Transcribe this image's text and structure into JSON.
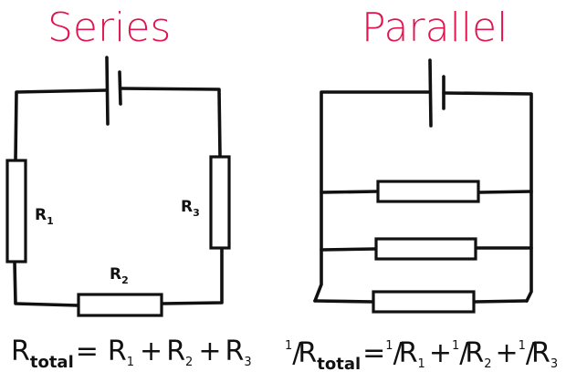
{
  "series": {
    "title": "Series",
    "resistors": [
      {
        "letter": "R",
        "sub": "1"
      },
      {
        "letter": "R",
        "sub": "2"
      },
      {
        "letter": "R",
        "sub": "3"
      }
    ],
    "formula": {
      "lhs": "R",
      "lhs_sub": "total",
      "eq": "=",
      "t1": "R",
      "t1_sub": "1",
      "plus1": "+",
      "t2": "R",
      "t2_sub": "2",
      "plus2": "+",
      "t3": "R",
      "t3_sub": "3"
    }
  },
  "parallel": {
    "title": "Parallel",
    "formula": {
      "one": "1",
      "slash": "/",
      "lhs": "R",
      "lhs_sub": "total",
      "eq": "=",
      "t1": "R",
      "t1_sub": "1",
      "plus1": "+",
      "t2": "R",
      "t2_sub": "2",
      "plus2": "+",
      "t3": "R",
      "t3_sub": "3"
    }
  },
  "colors": {
    "title": "#e0154f",
    "ink": "#111111"
  }
}
